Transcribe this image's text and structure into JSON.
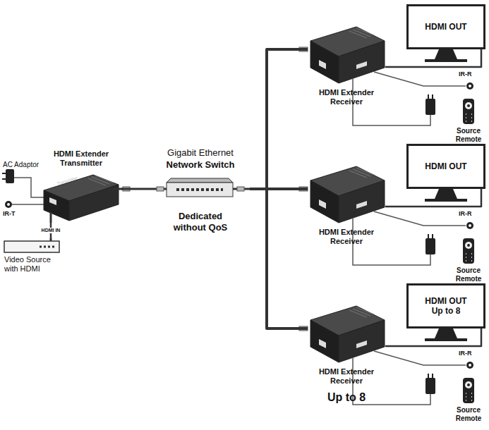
{
  "diagram": {
    "nodes": [
      {
        "text": [
          "HDMI Extender Transmitter"
        ]
      },
      {
        "text": [
          "Video Source with HDMI"
        ]
      },
      {
        "text": [
          "Gigabit Ethernet",
          "Network Switch",
          "Dedicated without QoS"
        ]
      },
      {
        "text": [
          "HDMI Extender Receiver"
        ]
      },
      {
        "text": [
          "HDMI OUT"
        ]
      },
      {
        "text": [
          "HDMI Extender Receiver"
        ]
      },
      {
        "text": [
          "HDMI OUT"
        ]
      },
      {
        "text": [
          "HDMI Extender Receiver",
          "Up to 8"
        ]
      },
      {
        "text": [
          "HDMI OUT",
          "Up to 8"
        ]
      }
    ],
    "edges": [
      {
        "from": 1,
        "to": 0,
        "label": "HDMI IN",
        "arrow": "none"
      },
      {
        "from": 0,
        "to": 2,
        "arrow": "none"
      },
      {
        "from": 2,
        "to": 3,
        "arrow": "none"
      },
      {
        "from": 2,
        "to": 5,
        "arrow": "none"
      },
      {
        "from": 2,
        "to": 7,
        "arrow": "none"
      },
      {
        "from": 3,
        "to": 4,
        "arrow": "none"
      },
      {
        "from": 5,
        "to": 6,
        "arrow": "none"
      },
      {
        "from": 7,
        "to": 8,
        "arrow": "none"
      }
    ],
    "labels": [
      "AC Adaptor",
      "IR-T",
      "Transmitter",
      "IR-R",
      "Source Remote",
      "IR-R",
      "Source Remote",
      "IR-R",
      "Source Remote"
    ]
  }
}
